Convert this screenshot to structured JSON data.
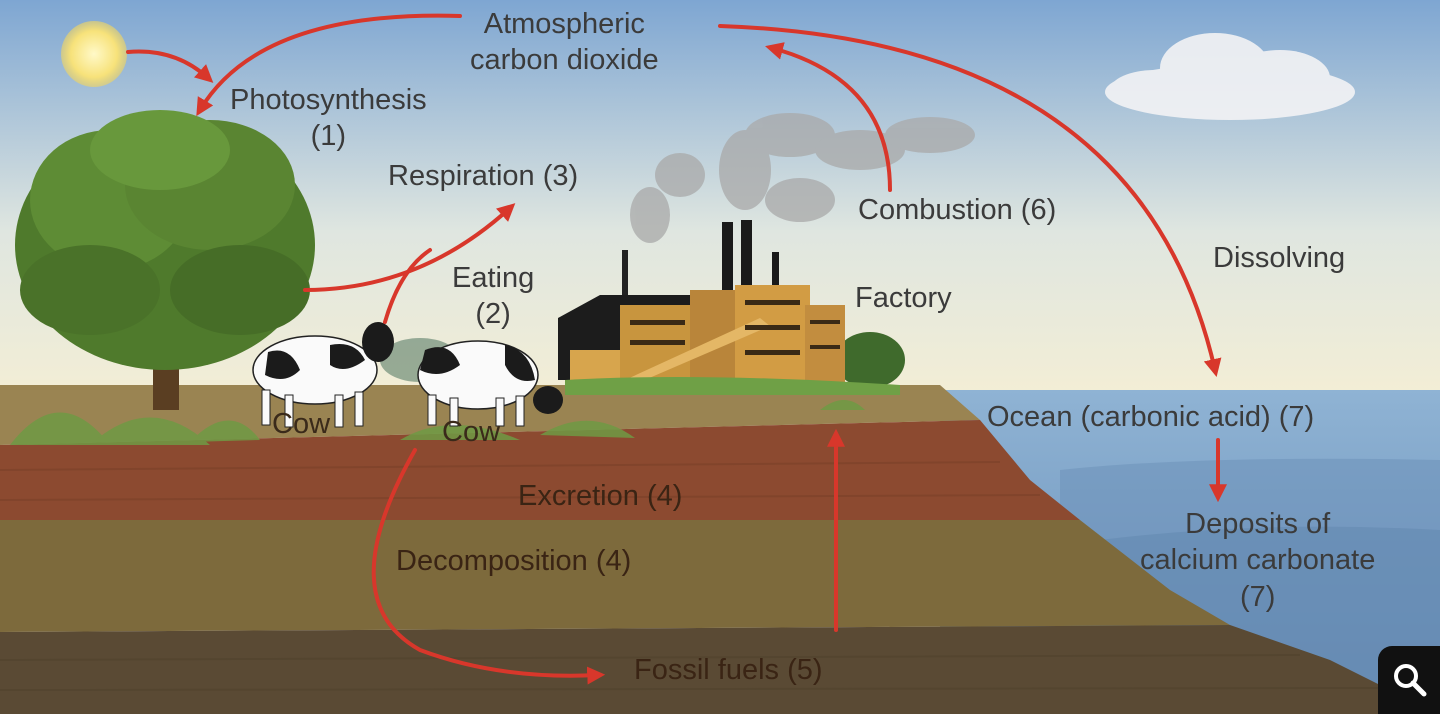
{
  "labels": {
    "atmospheric": [
      "Atmospheric",
      "carbon dioxide"
    ],
    "photosynthesis": [
      "Photosynthesis",
      "(1)"
    ],
    "respiration": "Respiration (3)",
    "eating": [
      "Eating",
      "(2)"
    ],
    "combustion": "Combustion (6)",
    "factory": "Factory",
    "dissolving": "Dissolving",
    "ocean": "Ocean (carbonic acid) (7)",
    "deposits": [
      "Deposits of",
      "calcium carbonate",
      "(7)"
    ],
    "excretion": "Excretion (4)",
    "decomposition": "Decomposition (4)",
    "fossil": "Fossil fuels (5)",
    "cow1": "Cow",
    "cow2": "Cow"
  },
  "icons": {
    "zoom": "magnifier-icon"
  },
  "colors": {
    "arrow": "#d8372b",
    "sky_top": "#7ea6d2",
    "sky_bottom": "#f4eed6",
    "ocean": "#7fa7cb",
    "soil_red": "#8c4a30",
    "soil_tan": "#7d6a3c",
    "soil_dark": "#5a4a34"
  }
}
